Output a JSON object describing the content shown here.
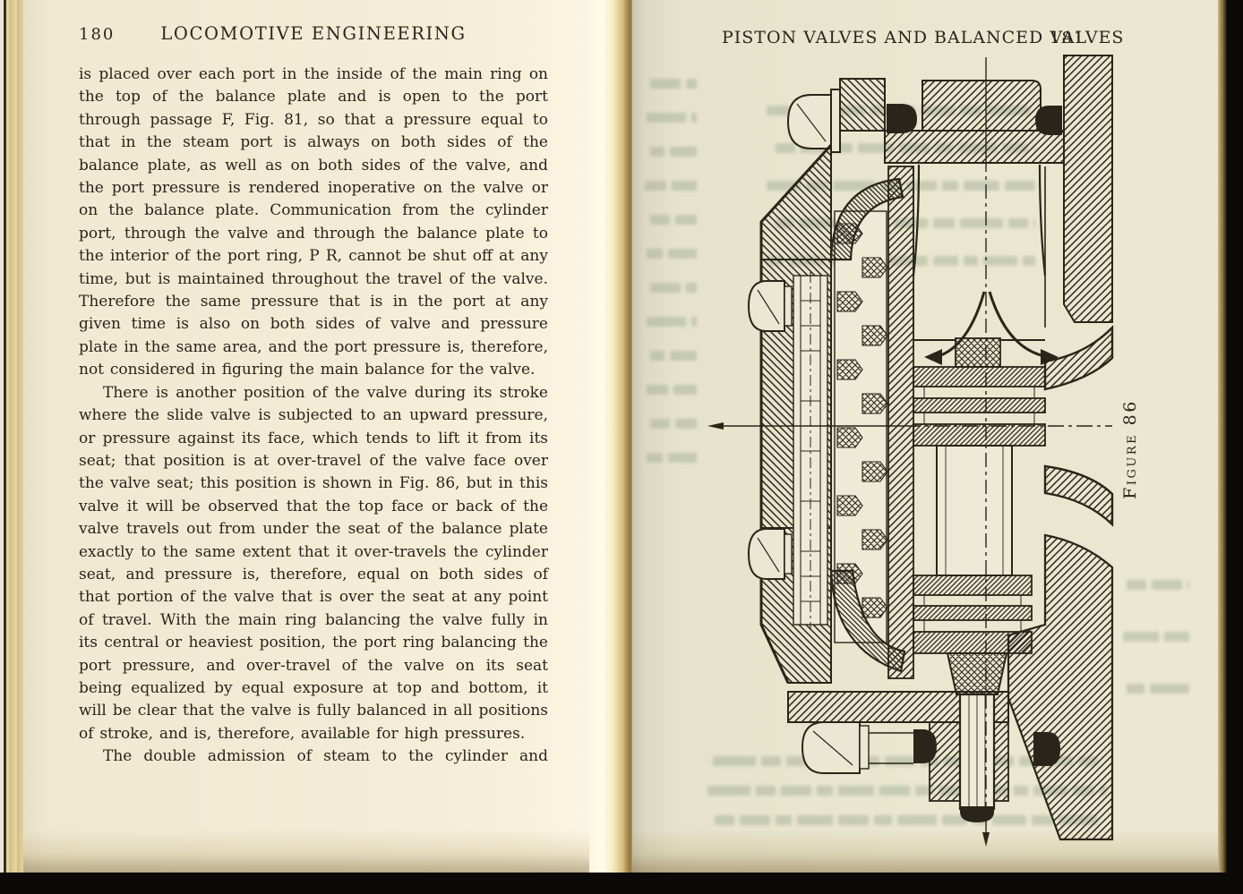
{
  "scan": {
    "left_page": {
      "page_number": "180",
      "running_title": "LOCOMOTIVE ENGINEERING",
      "paragraphs": [
        {
          "text": "is placed over each port in the inside of the main ring on the top of the balance plate and is open to the port through passage F, Fig. 81, so that a pressure equal to that in the steam port is always on both sides of the balance plate, as well as on both sides of the valve, and the port pressure is rendered inoperative on the valve or on the balance plate. Communication from the cylinder port, through the valve and through the balance plate to the interior of the port ring, P R, cannot be shut off at any time, but is maintained throughout the travel of the valve. Therefore the same pressure that is in the port at any given time is also on both sides of valve and pressure plate in the same area, and the port pressure is, therefore, not considered in figuring the main balance for the valve."
        },
        {
          "text": "There is another position of the valve during its stroke where the slide valve is subjected to an upward pressure, or pressure against its face, which tends to lift it from its seat; that position is at over-travel of the valve face over the valve seat; this position is shown in Fig. 86, but in this valve it will be observed that the top face or back of the valve travels out from under the seat of the balance plate exactly to the same extent that it over-travels the cylinder seat, and pressure is, therefore, equal on both sides of that portion of the valve that is over the seat at any point of travel. With the main ring balancing the valve fully in its central or heaviest position, the port ring balancing the port pressure, and over-travel of the valve on its seat being equalized by equal exposure at top and bottom, it will be clear that the valve is fully balanced in all positions of stroke, and is, therefore, available for high pressures."
        },
        {
          "text": "The double admission of steam to the cylinder and"
        }
      ]
    },
    "right_page": {
      "running_title": "PISTON VALVES AND BALANCED VALVES",
      "page_number": "181",
      "figure_label": "Figure 86"
    },
    "colors": {
      "left_paper": "#f2ecd6",
      "right_paper": "#eae6cf",
      "ink": "#2a241a",
      "page_edge_tan": "#d8c48d",
      "gutter_shadow": "#8c7240",
      "photo_background": "#0b0a08"
    }
  }
}
